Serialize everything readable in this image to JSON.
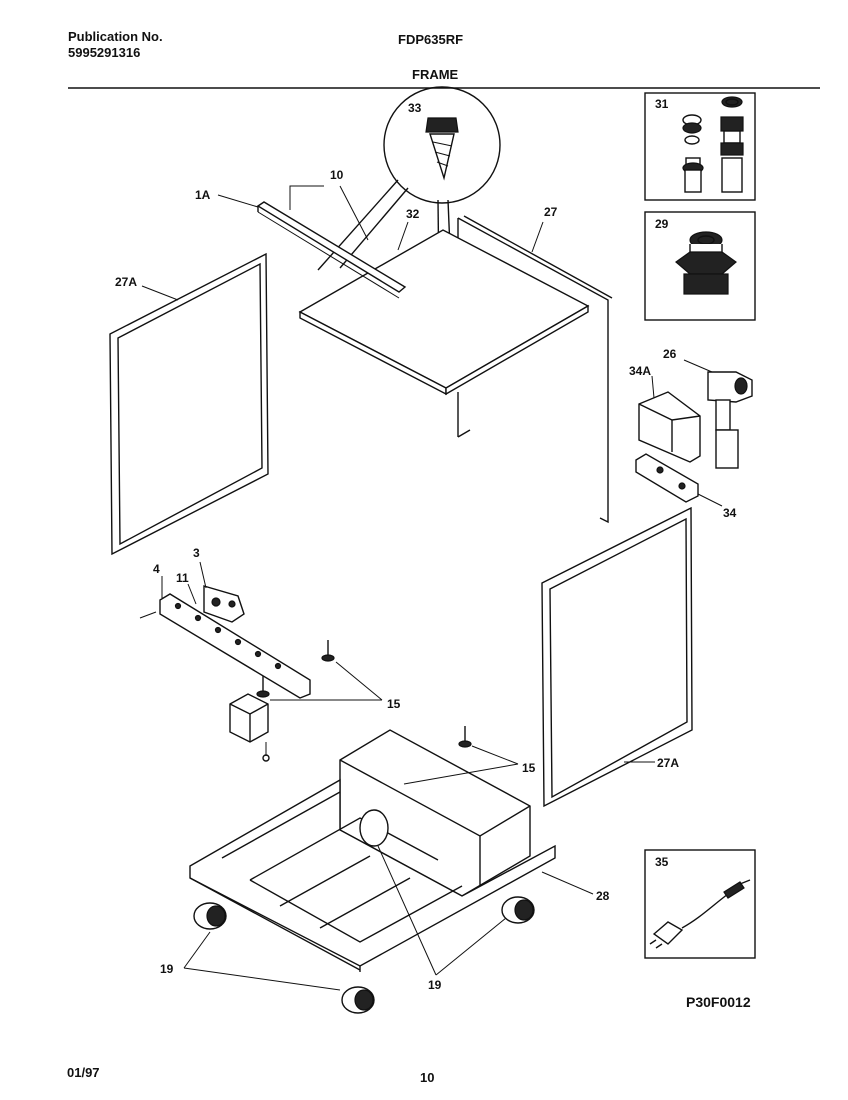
{
  "header": {
    "publication_label": "Publication No.",
    "publication_number": "5995291316",
    "model": "FDP635RF",
    "section_title": "FRAME"
  },
  "callouts": {
    "p33": "33",
    "p31": "31",
    "p29": "29",
    "p10": "10",
    "p1A": "1A",
    "p32": "32",
    "p27": "27",
    "p27A_left": "27A",
    "p26": "26",
    "p34A": "34A",
    "p34": "34",
    "p3": "3",
    "p4": "4",
    "p11": "11",
    "p15_left": "15",
    "p15_right": "15",
    "p27A_right": "27A",
    "p35": "35",
    "p28": "28",
    "p19_left": "19",
    "p19_right": "19"
  },
  "figure_code": "P30F0012",
  "footer": {
    "date": "01/97",
    "page_number": "10"
  }
}
